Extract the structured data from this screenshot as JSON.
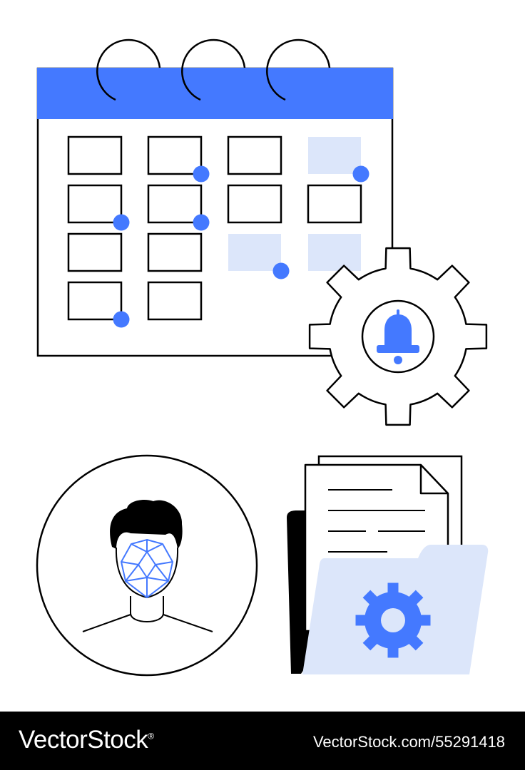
{
  "footer": {
    "brand": "VectorStock",
    "brand_trademark": "®",
    "image_id": "VectorStock.com/55291418"
  },
  "colors": {
    "accent": "#4479FF",
    "light_accent": "#DCE6FA",
    "stroke": "#000000",
    "background": "#FFFFFF",
    "footer_bg": "#000000"
  },
  "calendar": {
    "rows": 4,
    "cols": 4,
    "cells": [
      {
        "filled": false,
        "dot": false
      },
      {
        "filled": false,
        "dot": true
      },
      {
        "filled": false,
        "dot": false
      },
      {
        "filled": true,
        "dot": true
      },
      {
        "filled": false,
        "dot": true
      },
      {
        "filled": false,
        "dot": true
      },
      {
        "filled": false,
        "dot": false
      },
      {
        "filled": false,
        "dot": false
      },
      {
        "filled": false,
        "dot": false
      },
      {
        "filled": false,
        "dot": false
      },
      {
        "filled": true,
        "dot": true
      },
      {
        "filled": true,
        "dot": false
      },
      {
        "filled": false,
        "dot": true
      },
      {
        "filled": false,
        "dot": false
      },
      null,
      null
    ]
  },
  "icons": [
    "calendar-icon",
    "gear-icon",
    "bell-icon",
    "face-recognition-icon",
    "document-icon",
    "folder-icon",
    "settings-gear-icon"
  ]
}
